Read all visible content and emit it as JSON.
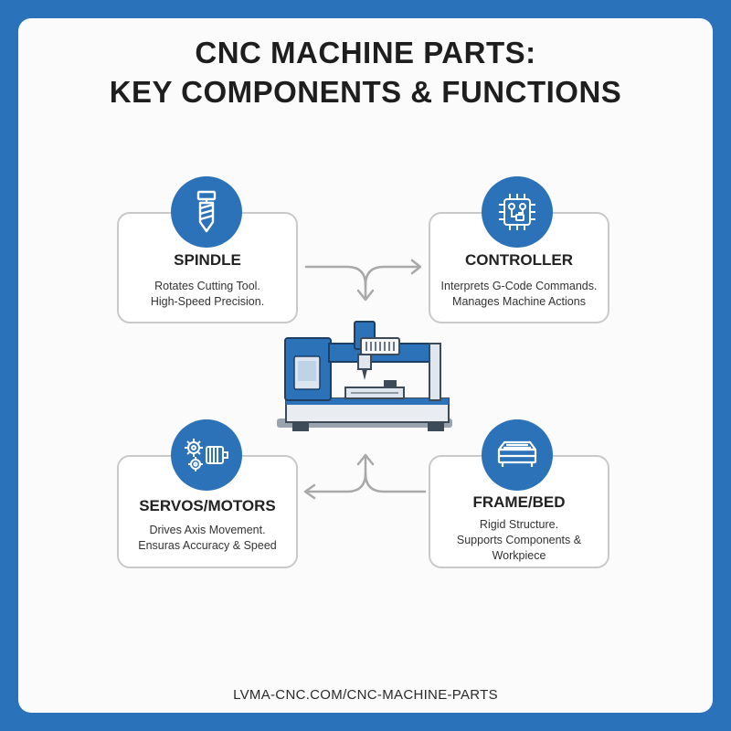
{
  "title": {
    "line1": "CNC MACHINE PARTS:",
    "line2": "KEY COMPONENTS & FUNCTIONS"
  },
  "cards": [
    {
      "id": "spindle",
      "title": "SPINDLE",
      "description": "Rotates Cutting Tool.\nHigh-Speed Precision.",
      "icon": "drill-bit-icon"
    },
    {
      "id": "controller",
      "title": "CONTROLLER",
      "description": "Interprets G-Code Commands.\nManages Machine Actions",
      "icon": "circuit-chip-icon"
    },
    {
      "id": "servos",
      "title": "SERVOS/MOTORS",
      "description": "Drives Axis Movement.\nEnsuras Accuracy & Speed",
      "icon": "gears-motor-icon"
    },
    {
      "id": "frame",
      "title": "FRAME/BED",
      "description": "Rigid Structure.\nSupports Components &\nWorkpiece",
      "icon": "bed-frame-icon"
    }
  ],
  "center_illustration": "cnc-machine-icon",
  "footer": "LVMA-CNC.COM/CNC-MACHINE-PARTS",
  "colors": {
    "accent": "#2b72b8",
    "background": "#2a72b9",
    "panel": "#fbfbfb"
  }
}
